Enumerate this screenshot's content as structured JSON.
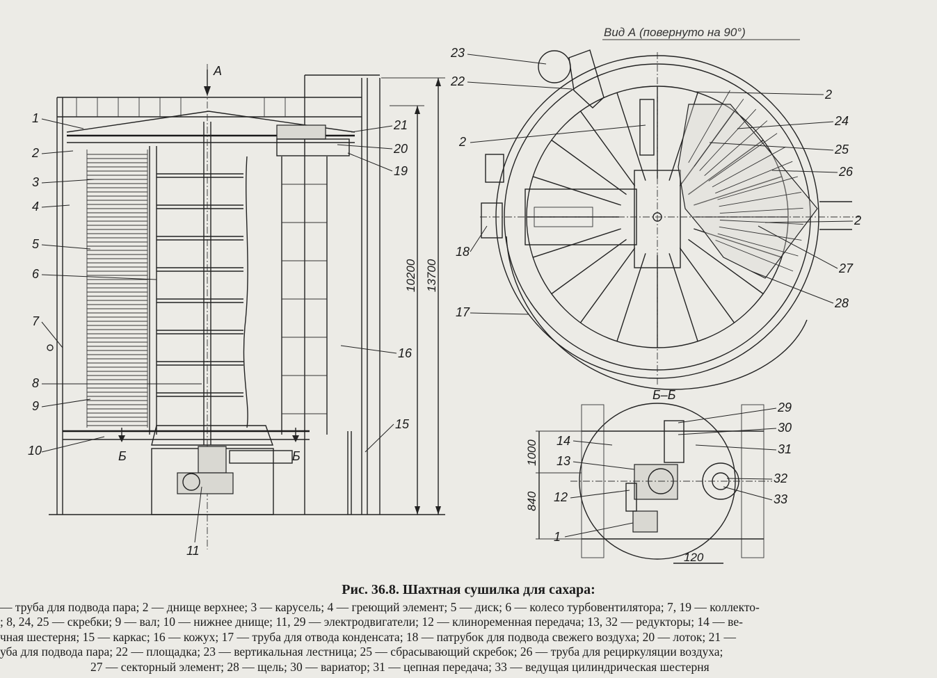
{
  "figure": {
    "view_a_label": "Вид А (повернуто на 90°)",
    "section_label": "Б–Б",
    "arrow_a": "А",
    "section_mark": "Б",
    "dims": {
      "total_height": "13700",
      "inner_height": "10200",
      "d1000": "1000",
      "d840": "840",
      "d120": "120"
    },
    "left_labels": [
      "1",
      "2",
      "3",
      "4",
      "5",
      "6",
      "7",
      "8",
      "9",
      "10",
      "11",
      "12",
      "13",
      "14",
      "15",
      "16",
      "17",
      "18",
      "19",
      "20",
      "21",
      "22",
      "23",
      "24",
      "25",
      "26",
      "27",
      "28",
      "29",
      "30",
      "31",
      "32",
      "33"
    ]
  },
  "caption": {
    "title": "Рис. 36.8. Шахтная сушилка для сахара:",
    "lines": [
      "— труба для подвода пара; 2 — днище верхнее; 3 — карусель; 4 — греющий элемент; 5 — диск; 6 — колесо турбовентилятора; 7, 19 — коллекто-",
      "; 8, 24, 25 — скребки; 9 — вал; 10 — нижнее днище; 11, 29 — электродвигатели; 12 — клиноременная передача; 13, 32 — редукторы; 14 — ве-",
      "чная шестерня; 15 — каркас; 16 — кожух; 17 — труба для отвода конденсата; 18 — патрубок для подвода свежего воздуха; 20 — лоток; 21 —",
      "уба для подвода пара; 22 — площадка; 23 — вертикальная лестница; 25 — сбрасывающий скребок; 26 — труба для рециркуляции воздуха;",
      "27 — секторный элемент; 28 — щель; 30 — вариатор; 31 — цепная передача; 33 — ведущая цилиндрическая шестерня"
    ]
  }
}
